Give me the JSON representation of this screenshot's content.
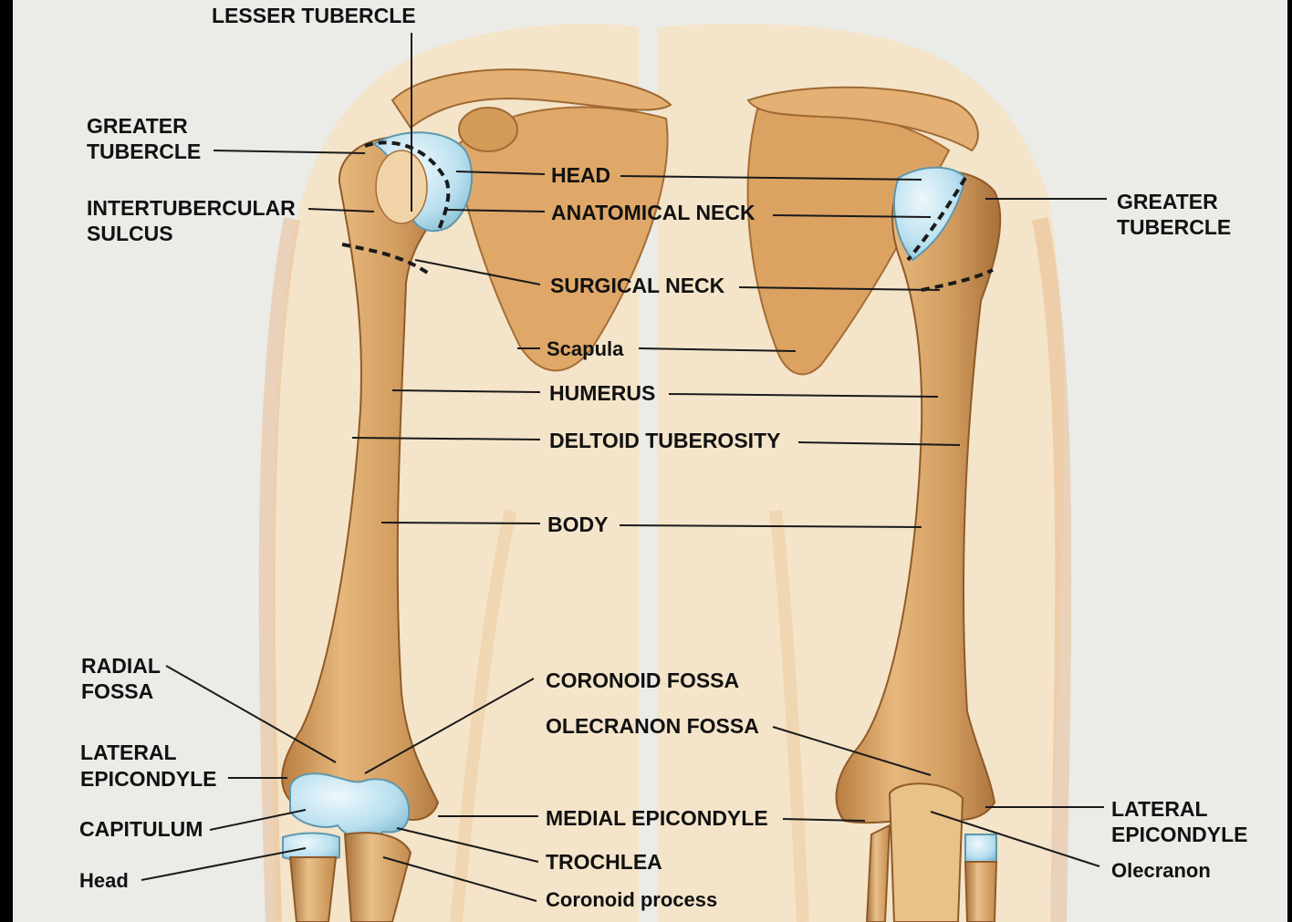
{
  "diagram": {
    "labels": {
      "lesser_tubercle": "LESSER TUBERCLE",
      "greater_tubercle_left_1": "GREATER",
      "greater_tubercle_left_2": "TUBERCLE",
      "intertubercular_1": "INTERTUBERCULAR",
      "intertubercular_2": "SULCUS",
      "head": "HEAD",
      "anatomical_neck": "ANATOMICAL NECK",
      "greater_tubercle_right_1": "GREATER",
      "greater_tubercle_right_2": "TUBERCLE",
      "surgical_neck": "SURGICAL NECK",
      "scapula": "Scapula",
      "humerus": "HUMERUS",
      "deltoid_tuberosity": "DELTOID TUBEROSITY",
      "body": "BODY",
      "radial_fossa_1": "RADIAL",
      "radial_fossa_2": "FOSSA",
      "coronoid_fossa": "CORONOID FOSSA",
      "olecranon_fossa": "OLECRANON FOSSA",
      "lateral_epicondyle_left_1": "LATERAL",
      "lateral_epicondyle_left_2": "EPICONDYLE",
      "capitulum": "CAPITULUM",
      "medial_epicondyle": "MEDIAL EPICONDYLE",
      "lateral_epicondyle_right_1": "LATERAL",
      "lateral_epicondyle_right_2": "EPICONDYLE",
      "trochlea": "TROCHLEA",
      "olecranon": "Olecranon",
      "head_radius": "Head",
      "coronoid_process": "Coronoid process"
    },
    "colors": {
      "bone": "#d9a468",
      "bone_light": "#f0cf9c",
      "bone_shadow": "#b57a3c",
      "cartilage": "#a9d8ea",
      "skin": "#f3dcbc",
      "background": "#ebebe8"
    }
  }
}
